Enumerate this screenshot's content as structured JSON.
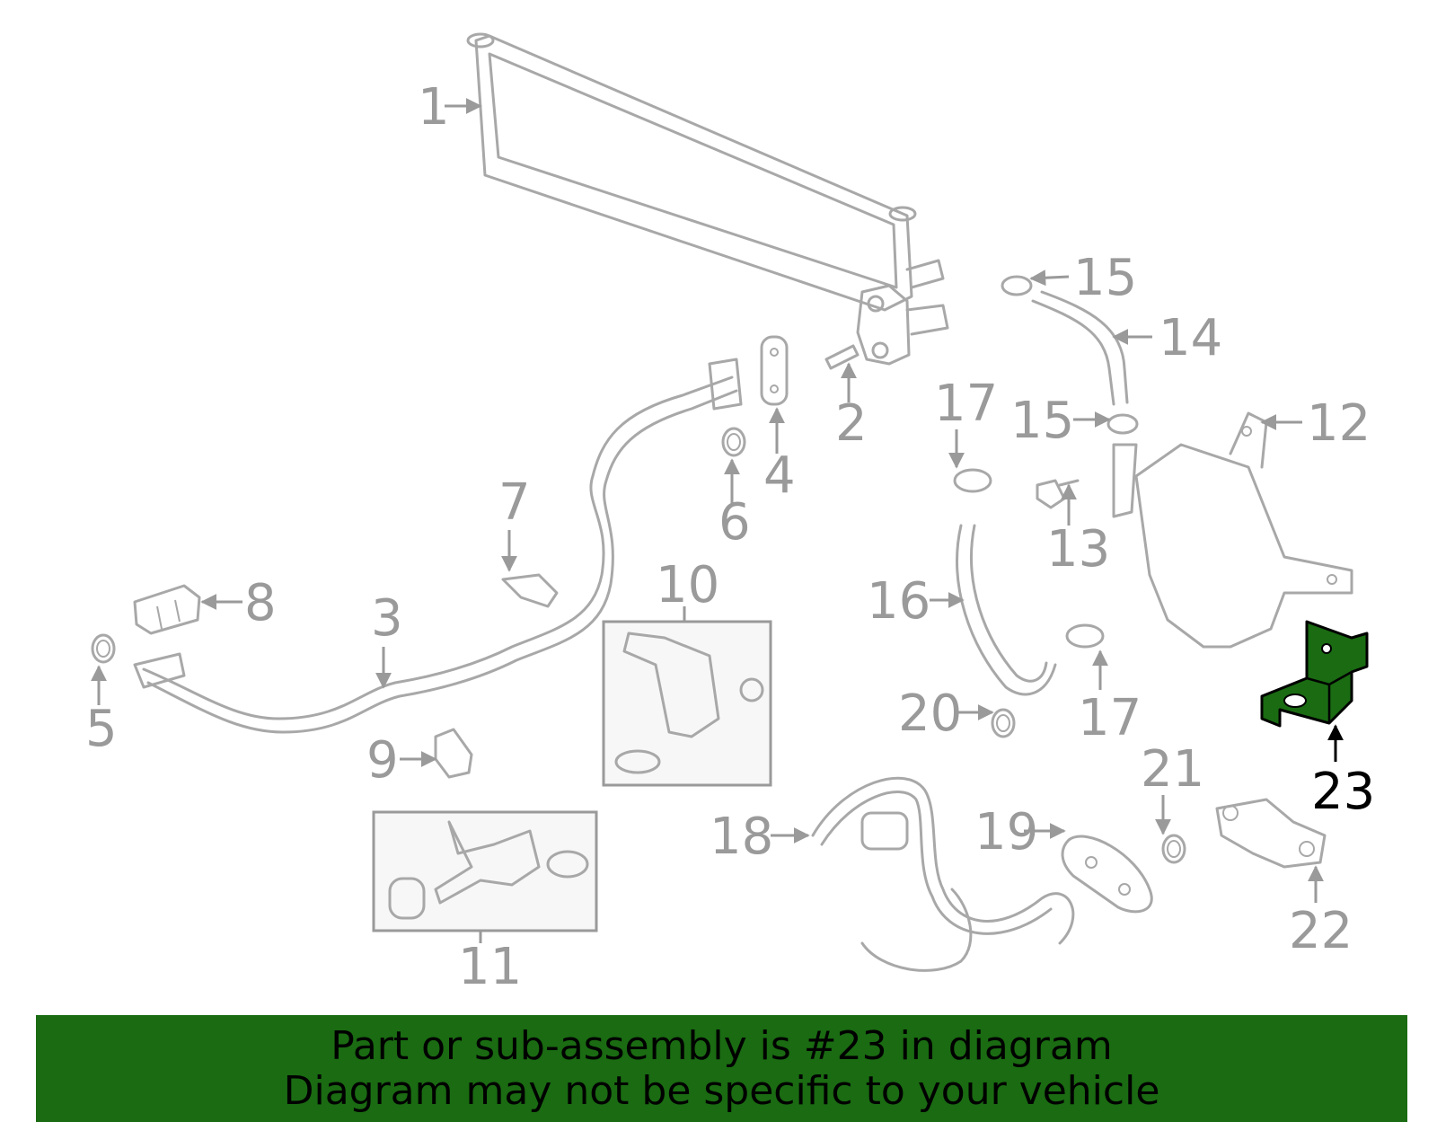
{
  "diagram": {
    "callouts": [
      "1",
      "2",
      "3",
      "4",
      "5",
      "6",
      "7",
      "8",
      "9",
      "10",
      "11",
      "12",
      "13",
      "14",
      "15",
      "15",
      "16",
      "17",
      "17",
      "18",
      "19",
      "20",
      "21",
      "22",
      "23"
    ],
    "highlighted_part": "23",
    "highlight_color": "#1a6b12"
  },
  "banner": {
    "line1": "Part or sub-assembly is #23 in diagram",
    "line2": "Diagram may not be specific to your vehicle",
    "background": "#1a6b12"
  }
}
